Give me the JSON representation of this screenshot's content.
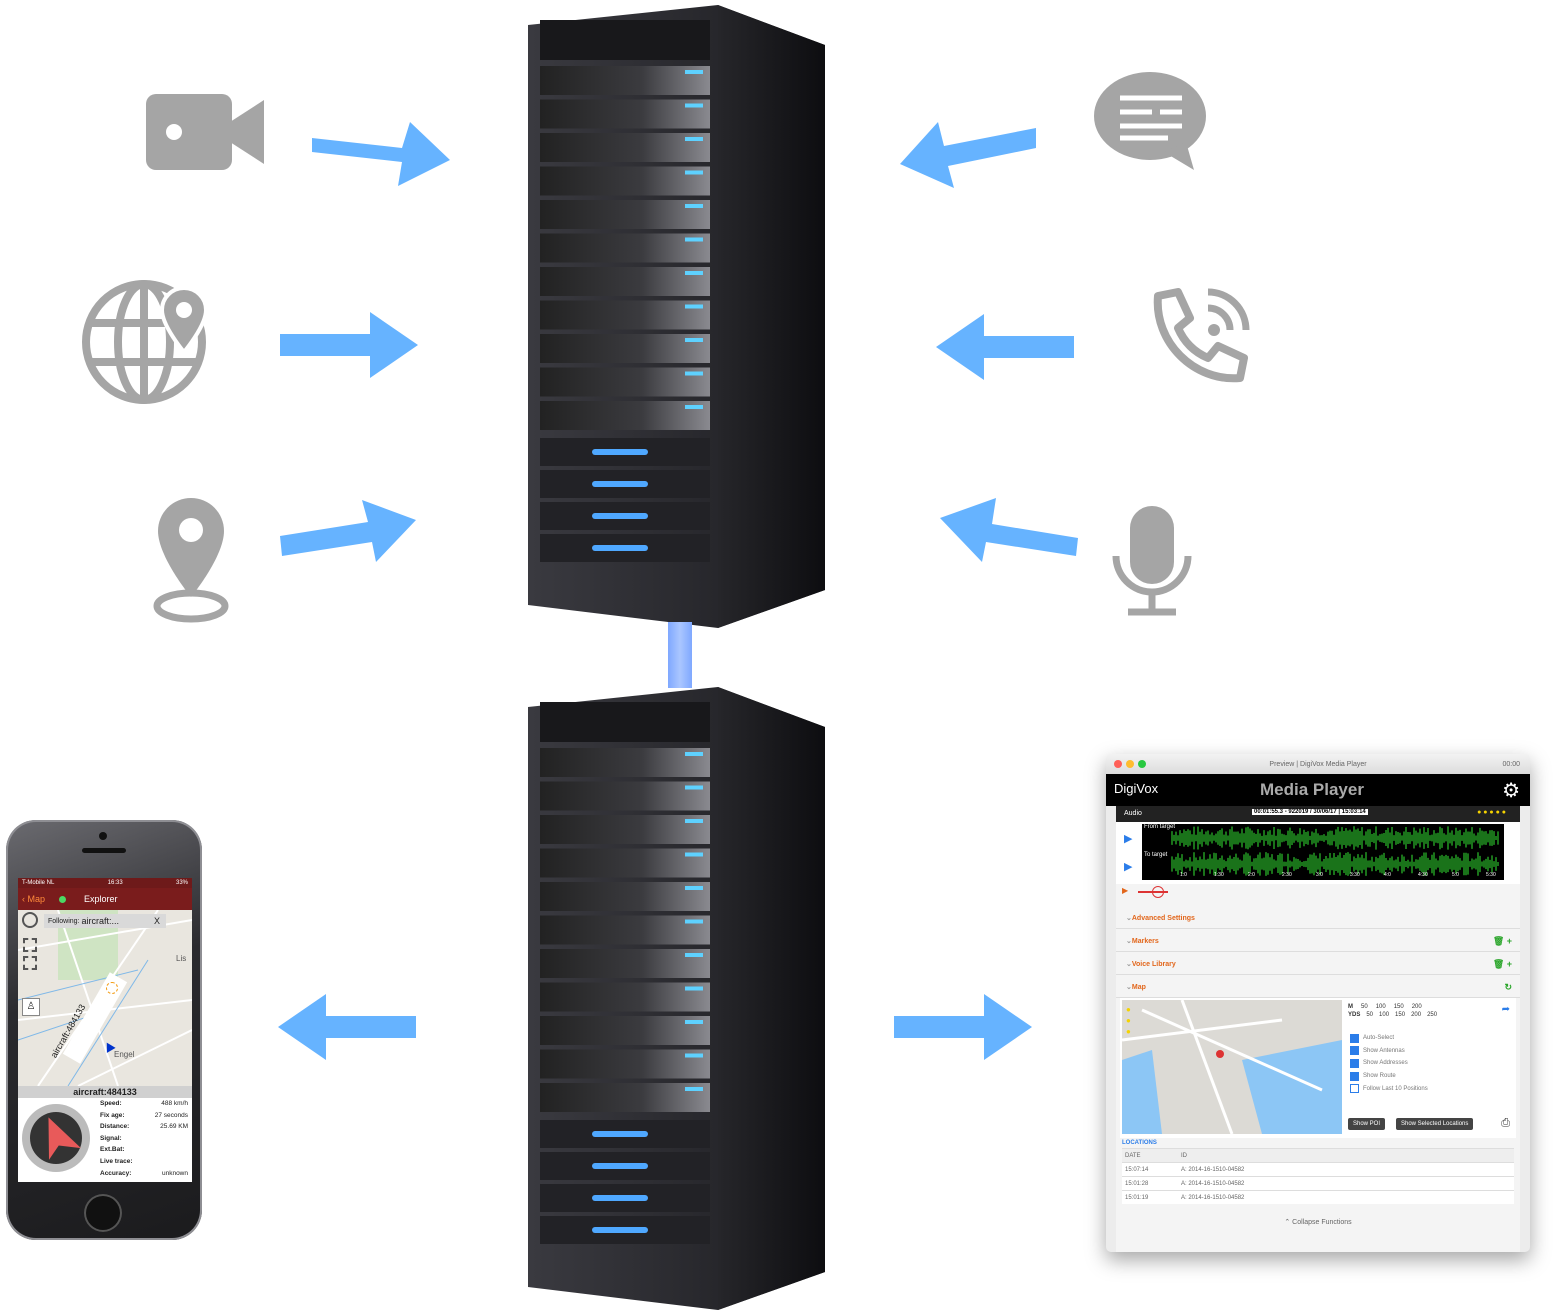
{
  "colors": {
    "arrow": "#66b3ff",
    "icon": "#a5a5a5",
    "server_dark": "#1e1e22",
    "link": "#8cb4ff"
  },
  "icons": {
    "left": [
      "video-camera-icon",
      "globe-location-icon",
      "map-pin-icon"
    ],
    "right": [
      "chat-bubble-icon",
      "phone-call-icon",
      "microphone-icon"
    ]
  },
  "phone": {
    "carrier": "T-Mobile NL",
    "time": "16:33",
    "battery": "33%",
    "back_label": "Map",
    "title": "Explorer",
    "following_label": "Following:",
    "following_value": "aircraft:...",
    "close_label": "X",
    "map_labels": [
      "Lis",
      "Engel"
    ],
    "aircraft_tag": "aircraft:484133",
    "target_name": "aircraft:484133",
    "details": [
      {
        "label": "Speed:",
        "value": "488 km/h"
      },
      {
        "label": "Fix age:",
        "value": "27 seconds"
      },
      {
        "label": "Distance:",
        "value": "25.69 KM"
      },
      {
        "label": "Signal:",
        "value": ""
      },
      {
        "label": "Ext.Bat:",
        "value": ""
      },
      {
        "label": "Live trace:",
        "value": ""
      },
      {
        "label": "Accuracy:",
        "value": "unknown"
      }
    ]
  },
  "media_player": {
    "window_title": "Preview | DigiVox Media Player",
    "clock": "00:00",
    "logo": "DigiVox",
    "title": "Media Player",
    "audio_label": "Audio",
    "timestamp": "00:01:55.3 - 922019 / 30/06/17 | 15:03:14",
    "track_from": "From target",
    "track_to": "To target",
    "time_ticks": [
      "1:0",
      "1:30",
      "2:0",
      "2:30",
      "3:0",
      "3:30",
      "4:0",
      "4:30",
      "5:0",
      "5:30"
    ],
    "sections": [
      "Advanced Settings",
      "Markers",
      "Voice Library",
      "Map"
    ],
    "scale_m_label": "M",
    "scale_m": [
      "50",
      "100",
      "150",
      "200"
    ],
    "scale_yds_label": "YDS",
    "scale_yds": [
      "50",
      "100",
      "150",
      "200",
      "250"
    ],
    "options": [
      {
        "label": "Auto-Select",
        "checked": true
      },
      {
        "label": "Show Antennas",
        "checked": true
      },
      {
        "label": "Show Addresses",
        "checked": true
      },
      {
        "label": "Show Route",
        "checked": true
      },
      {
        "label": "Follow Last 10 Positions",
        "checked": false
      }
    ],
    "show_poi": "Show POI",
    "show_selected": "Show Selected Locations",
    "locations_title": "LOCATIONS",
    "table_headers": [
      "DATE",
      "ID"
    ],
    "rows": [
      {
        "date": "15:07:14",
        "id": "A: 2014-16-1510-04582"
      },
      {
        "date": "15:01:28",
        "id": "A: 2014-16-1510-04582"
      },
      {
        "date": "15:01:19",
        "id": "A: 2014-16-1510-04582"
      }
    ],
    "collapse": "Collapse Functions"
  }
}
